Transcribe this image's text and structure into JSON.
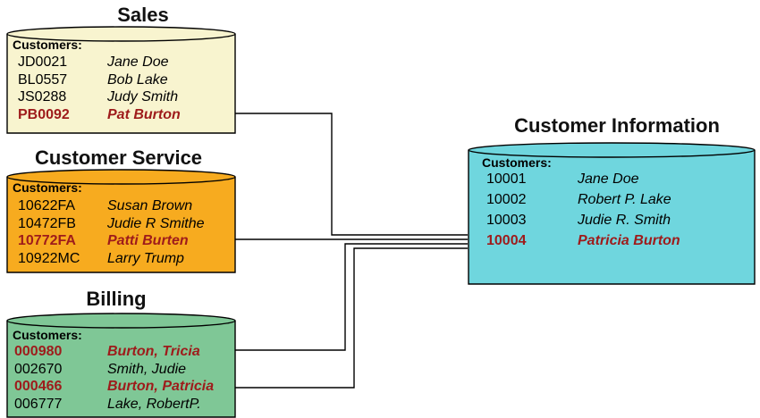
{
  "colors": {
    "sales": "#f8f4cf",
    "customer_service": "#f7ab1f",
    "billing": "#7fc796",
    "customer_information": "#6fd6de",
    "highlight_text": "#9e1b1b",
    "connector_line": "#000000"
  },
  "databases": {
    "sales": {
      "title": "Sales",
      "label": "Customers:",
      "records": [
        {
          "id": "JD0021",
          "name": "Jane Doe",
          "highlight": false
        },
        {
          "id": "BL0557",
          "name": "Bob Lake",
          "highlight": false
        },
        {
          "id": "JS0288",
          "name": "Judy Smith",
          "highlight": false
        },
        {
          "id": "PB0092",
          "name": "Pat Burton",
          "highlight": true
        }
      ]
    },
    "customer_service": {
      "title": "Customer Service",
      "label": "Customers:",
      "records": [
        {
          "id": "10622FA",
          "name": "Susan Brown",
          "highlight": false
        },
        {
          "id": "10472FB",
          "name": "Judie R Smithe",
          "highlight": false
        },
        {
          "id": "10772FA",
          "name": "Patti Burten",
          "highlight": true
        },
        {
          "id": "10922MC",
          "name": "Larry Trump",
          "highlight": false
        }
      ]
    },
    "billing": {
      "title": "Billing",
      "label": "Customers:",
      "records": [
        {
          "id": "000980",
          "name": "Burton, Tricia",
          "highlight": true
        },
        {
          "id": "002670",
          "name": "Smith, Judie",
          "highlight": false
        },
        {
          "id": "000466",
          "name": "Burton, Patricia",
          "highlight": true
        },
        {
          "id": "006777",
          "name": "Lake, RobertP.",
          "highlight": false
        }
      ]
    },
    "customer_information": {
      "title": "Customer Information",
      "label": "Customers:",
      "records": [
        {
          "id": "10001",
          "name": "Jane Doe",
          "highlight": false
        },
        {
          "id": "10002",
          "name": "Robert P. Lake",
          "highlight": false
        },
        {
          "id": "10003",
          "name": "Judie R. Smith",
          "highlight": false
        },
        {
          "id": "10004",
          "name": "Patricia Burton",
          "highlight": true
        }
      ]
    }
  }
}
